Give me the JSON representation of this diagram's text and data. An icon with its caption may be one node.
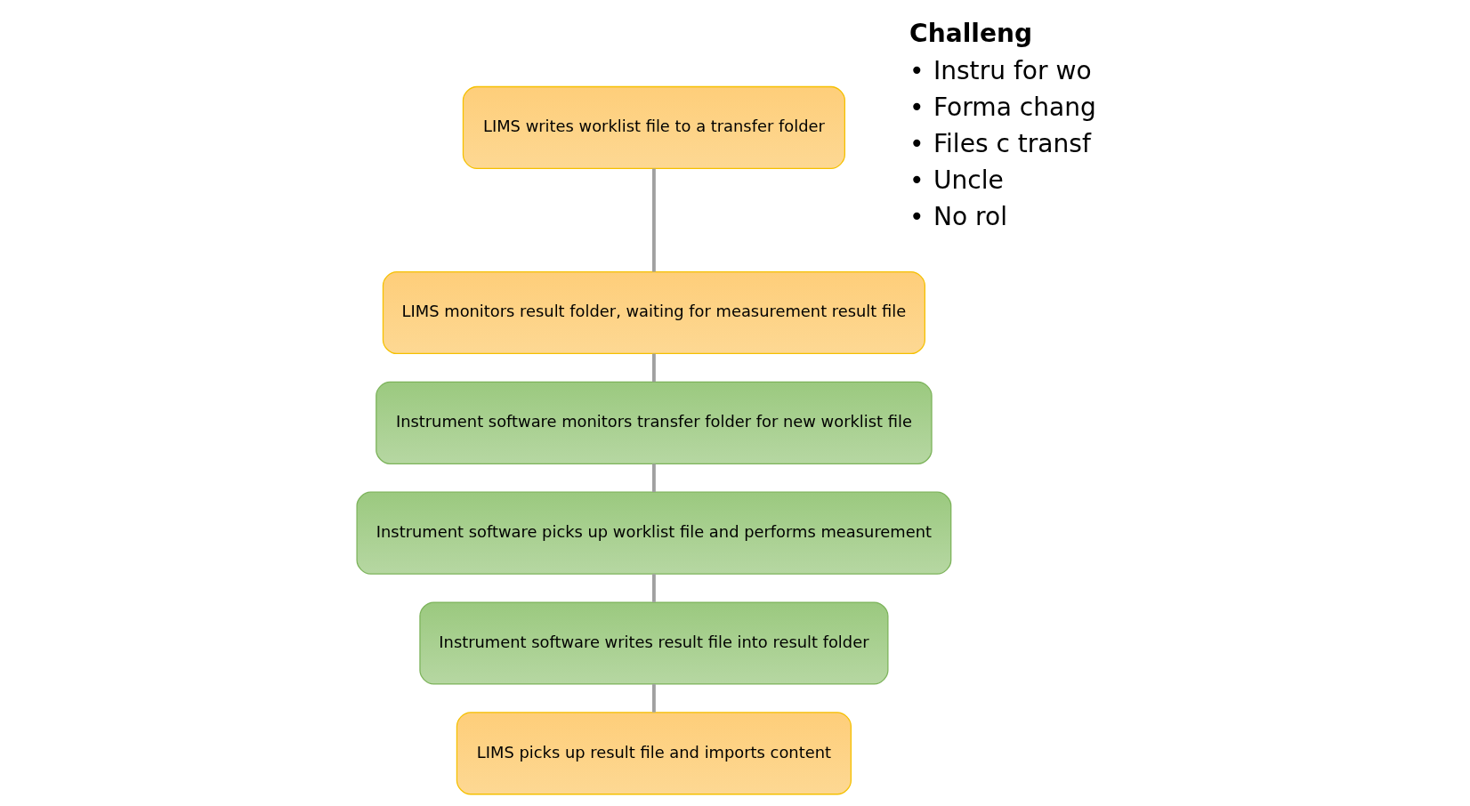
{
  "diagram": {
    "nodes": [
      {
        "text": [
          "LIMS writes worklist file to a transfer folder"
        ]
      },
      {
        "text": [
          "LIMS monitors result folder, waiting for measurement result file"
        ]
      },
      {
        "text": [
          "Instrument software monitors transfer folder for new worklist file"
        ]
      },
      {
        "text": [
          "Instrument software picks up worklist file and performs measurement"
        ]
      },
      {
        "text": [
          "Instrument software writes result file into result folder"
        ]
      },
      {
        "text": [
          "LIMS picks up result file and imports content"
        ]
      }
    ],
    "edges": [
      {
        "from": 0,
        "to": 1,
        "arrow": "none"
      },
      {
        "from": 1,
        "to": 2,
        "arrow": "none"
      },
      {
        "from": 2,
        "to": 3,
        "arrow": "none"
      },
      {
        "from": 3,
        "to": 4,
        "arrow": "none"
      },
      {
        "from": 4,
        "to": 5,
        "arrow": "none"
      }
    ],
    "labels": [
      "Challeng",
      "•",
      "Instru for wo",
      "•",
      "Forma chang",
      "•",
      "Files c transf",
      "•",
      "Uncle",
      "•",
      "No rol"
    ]
  }
}
